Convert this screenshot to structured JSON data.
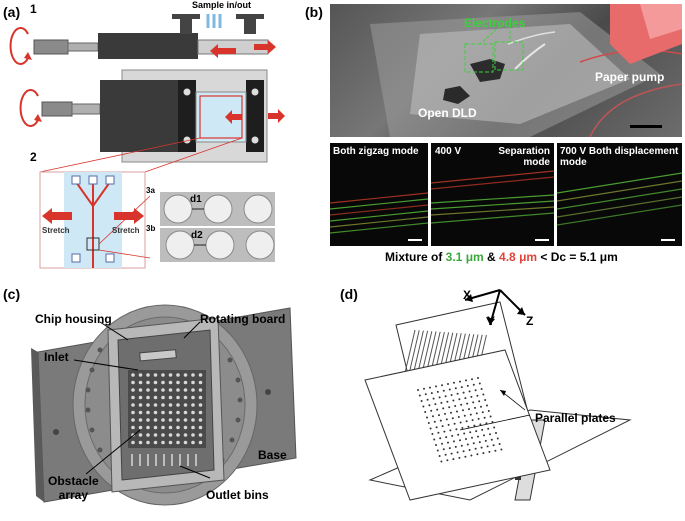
{
  "panels": {
    "a": {
      "label": "(a)",
      "step1": "1",
      "step2": "2",
      "sample": "Sample in/out",
      "stretch_left": "Stretch",
      "stretch_right": "Stretch",
      "tag_3a": "3a",
      "tag_3b": "3b",
      "gap1": "d1",
      "gap2": "d2"
    },
    "b": {
      "label": "(b)",
      "electrodes": "Electrodes",
      "paper_pump": "Paper pump",
      "open_dld": "Open DLD",
      "micro": [
        {
          "left": "Both zigzag mode",
          "right": ""
        },
        {
          "left": "400 V",
          "right": "Separation mode"
        },
        {
          "left": "700 V",
          "right": "Both displacement mode"
        }
      ],
      "caption_prefix": "Mixture of ",
      "size_green": "3.1 μm",
      "amp": " & ",
      "size_red": "4.8 μm",
      "caption_suffix": " < Dc = 5.1 μm"
    },
    "c": {
      "label": "(c)",
      "chip_housing": "Chip housing",
      "rotating_board": "Rotating board",
      "inlet": "Inlet",
      "base": "Base",
      "obstacle": "Obstacle",
      "array": "array",
      "outlet": "Outlet bins"
    },
    "d": {
      "label": "(d)",
      "axis_x": "X",
      "axis_y": "Y",
      "axis_z": "Z",
      "parallel": "Parallel plates"
    }
  },
  "colors": {
    "arrow_red": "#d9342b",
    "chip_blue": "#cfe8f5",
    "green_text": "#3aa83a",
    "red_text": "#e0443a"
  }
}
